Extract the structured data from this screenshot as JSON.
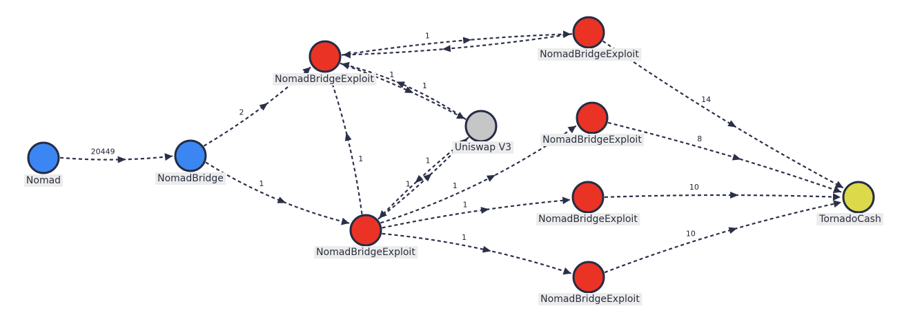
{
  "graph": {
    "colors": {
      "source": "#3b86f2",
      "exploit": "#ea3324",
      "dex": "#c6c6c6",
      "mixer": "#dcd94b",
      "edge": "#2b3048",
      "node_outline": "#252c44"
    },
    "nodes": [
      {
        "id": "nomad",
        "label": "Nomad",
        "kind": "source"
      },
      {
        "id": "nomad_bridge",
        "label": "NomadBridge",
        "kind": "source"
      },
      {
        "id": "exploit_top",
        "label": "NomadBridgeExploit",
        "kind": "exploit"
      },
      {
        "id": "exploit_center",
        "label": "NomadBridgeExploit",
        "kind": "exploit"
      },
      {
        "id": "uniswap",
        "label": "Uniswap V3",
        "kind": "dex"
      },
      {
        "id": "exploit_ne",
        "label": "NomadBridgeExploit",
        "kind": "exploit"
      },
      {
        "id": "exploit_mid",
        "label": "NomadBridgeExploit",
        "kind": "exploit"
      },
      {
        "id": "exploit_low",
        "label": "NomadBridgeExploit",
        "kind": "exploit"
      },
      {
        "id": "exploit_bottom",
        "label": "NomadBridgeExploit",
        "kind": "exploit"
      },
      {
        "id": "tornado",
        "label": "TornadoCash",
        "kind": "mixer"
      }
    ],
    "edges": [
      {
        "from": "nomad",
        "to": "nomad_bridge",
        "label": "20449"
      },
      {
        "from": "nomad_bridge",
        "to": "exploit_top",
        "label": "2"
      },
      {
        "from": "nomad_bridge",
        "to": "exploit_center",
        "label": "1"
      },
      {
        "from": "exploit_top",
        "to": "exploit_ne",
        "label": "1"
      },
      {
        "from": "exploit_ne",
        "to": "exploit_top",
        "label": ""
      },
      {
        "from": "uniswap",
        "to": "exploit_top",
        "label": "1"
      },
      {
        "from": "exploit_top",
        "to": "uniswap",
        "label": "1"
      },
      {
        "from": "exploit_center",
        "to": "exploit_top",
        "label": "1"
      },
      {
        "from": "uniswap",
        "to": "exploit_center",
        "label": "1"
      },
      {
        "from": "exploit_center",
        "to": "uniswap",
        "label": "1"
      },
      {
        "from": "exploit_center",
        "to": "exploit_mid",
        "label": "1"
      },
      {
        "from": "exploit_center",
        "to": "exploit_low",
        "label": "1"
      },
      {
        "from": "exploit_center",
        "to": "exploit_bottom",
        "label": "1"
      },
      {
        "from": "exploit_ne",
        "to": "tornado",
        "label": "14"
      },
      {
        "from": "exploit_mid",
        "to": "tornado",
        "label": "8"
      },
      {
        "from": "exploit_low",
        "to": "tornado",
        "label": "10"
      },
      {
        "from": "exploit_bottom",
        "to": "tornado",
        "label": "10"
      }
    ]
  }
}
